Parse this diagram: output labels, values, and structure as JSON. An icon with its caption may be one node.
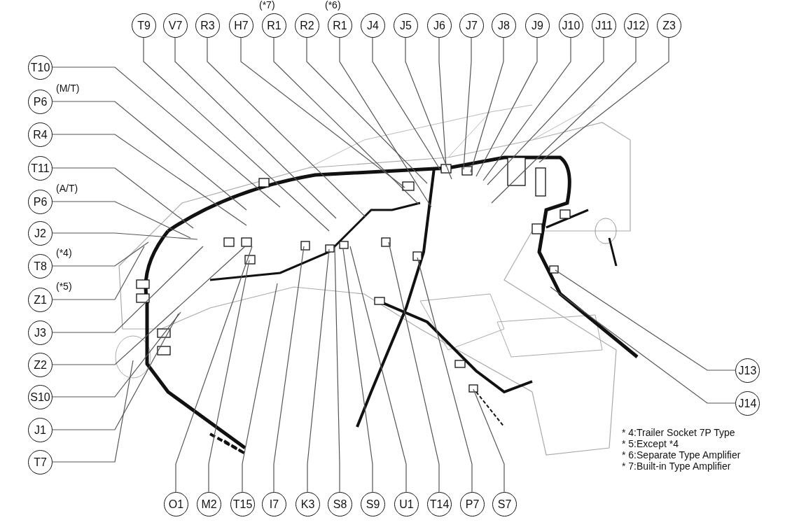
{
  "diagram": {
    "nodes": [
      {
        "text": [
          "T9"
        ]
      },
      {
        "text": [
          "V7"
        ]
      },
      {
        "text": [
          "R3"
        ]
      },
      {
        "text": [
          "H7"
        ]
      },
      {
        "text": [
          "R1"
        ],
        "beside": [
          "(*7)"
        ]
      },
      {
        "text": [
          "R2"
        ]
      },
      {
        "text": [
          "R1"
        ],
        "beside": [
          "(*6)"
        ]
      },
      {
        "text": [
          "J4"
        ]
      },
      {
        "text": [
          "J5"
        ]
      },
      {
        "text": [
          "J6"
        ]
      },
      {
        "text": [
          "J7"
        ]
      },
      {
        "text": [
          "J8"
        ]
      },
      {
        "text": [
          "J9"
        ]
      },
      {
        "text": [
          "J10"
        ]
      },
      {
        "text": [
          "J11"
        ]
      },
      {
        "text": [
          "J12"
        ]
      },
      {
        "text": [
          "Z3"
        ]
      },
      {
        "text": [
          "T10"
        ]
      },
      {
        "text": [
          "P6"
        ],
        "beside": [
          "(M/T)"
        ]
      },
      {
        "text": [
          "R4"
        ]
      },
      {
        "text": [
          "T11"
        ]
      },
      {
        "text": [
          "P6"
        ],
        "beside": [
          "(A/T)"
        ]
      },
      {
        "text": [
          "J2"
        ]
      },
      {
        "text": [
          "T8"
        ],
        "beside": [
          "(*4)"
        ]
      },
      {
        "text": [
          "Z1"
        ],
        "beside": [
          "(*5)"
        ]
      },
      {
        "text": [
          "J3"
        ]
      },
      {
        "text": [
          "Z2"
        ]
      },
      {
        "text": [
          "S10"
        ]
      },
      {
        "text": [
          "J1"
        ]
      },
      {
        "text": [
          "T7"
        ]
      },
      {
        "text": [
          "J13"
        ]
      },
      {
        "text": [
          "J14"
        ]
      },
      {
        "text": [
          "O1"
        ]
      },
      {
        "text": [
          "M2"
        ]
      },
      {
        "text": [
          "T15"
        ]
      },
      {
        "text": [
          "I7"
        ]
      },
      {
        "text": [
          "K3"
        ]
      },
      {
        "text": [
          "S8"
        ]
      },
      {
        "text": [
          "S9"
        ]
      },
      {
        "text": [
          "U1"
        ]
      },
      {
        "text": [
          "T14"
        ]
      },
      {
        "text": [
          "P7"
        ]
      },
      {
        "text": [
          "S7"
        ]
      }
    ],
    "edges": [
      {
        "from": 0,
        "to": null,
        "arrow": "none"
      },
      {
        "from": 1,
        "to": null,
        "arrow": "none"
      },
      {
        "from": 2,
        "to": null,
        "arrow": "none"
      },
      {
        "from": 3,
        "to": null,
        "arrow": "none"
      },
      {
        "from": 4,
        "to": null,
        "arrow": "none"
      },
      {
        "from": 5,
        "to": null,
        "arrow": "none"
      },
      {
        "from": 6,
        "to": null,
        "arrow": "none"
      },
      {
        "from": 7,
        "to": null,
        "arrow": "none"
      },
      {
        "from": 8,
        "to": null,
        "arrow": "none"
      },
      {
        "from": 9,
        "to": null,
        "arrow": "none"
      },
      {
        "from": 10,
        "to": null,
        "arrow": "none"
      },
      {
        "from": 11,
        "to": null,
        "arrow": "none"
      },
      {
        "from": 12,
        "to": null,
        "arrow": "none"
      },
      {
        "from": 13,
        "to": null,
        "arrow": "none"
      },
      {
        "from": 14,
        "to": null,
        "arrow": "none"
      },
      {
        "from": 15,
        "to": null,
        "arrow": "none"
      },
      {
        "from": 16,
        "to": null,
        "arrow": "none"
      },
      {
        "from": 17,
        "to": null,
        "arrow": "none"
      },
      {
        "from": 18,
        "to": null,
        "arrow": "none"
      },
      {
        "from": 19,
        "to": null,
        "arrow": "none"
      },
      {
        "from": 20,
        "to": null,
        "arrow": "none"
      },
      {
        "from": 21,
        "to": null,
        "arrow": "none"
      },
      {
        "from": 22,
        "to": null,
        "arrow": "none"
      },
      {
        "from": 23,
        "to": null,
        "arrow": "none"
      },
      {
        "from": 24,
        "to": null,
        "arrow": "none"
      },
      {
        "from": 25,
        "to": null,
        "arrow": "none"
      },
      {
        "from": 26,
        "to": null,
        "arrow": "none"
      },
      {
        "from": 27,
        "to": null,
        "arrow": "none"
      },
      {
        "from": 28,
        "to": null,
        "arrow": "none"
      },
      {
        "from": 29,
        "to": null,
        "arrow": "none"
      },
      {
        "from": 30,
        "to": null,
        "arrow": "none"
      },
      {
        "from": 31,
        "to": null,
        "arrow": "none"
      },
      {
        "from": 32,
        "to": null,
        "arrow": "none"
      },
      {
        "from": 33,
        "to": null,
        "arrow": "none"
      },
      {
        "from": 34,
        "to": null,
        "arrow": "none"
      },
      {
        "from": 35,
        "to": null,
        "arrow": "none"
      },
      {
        "from": 36,
        "to": null,
        "arrow": "none"
      },
      {
        "from": 37,
        "to": null,
        "arrow": "none"
      },
      {
        "from": 38,
        "to": null,
        "arrow": "none"
      },
      {
        "from": 39,
        "to": null,
        "arrow": "none"
      },
      {
        "from": 40,
        "to": null,
        "arrow": "none"
      },
      {
        "from": 41,
        "to": null,
        "arrow": "none"
      },
      {
        "from": 42,
        "to": null,
        "arrow": "none"
      }
    ],
    "labels": [
      "* 4:Trailer Socket 7P Type",
      "* 5:Except *4",
      "* 6:Separate Type Amplifier",
      "* 7:Built-in Type Amplifier"
    ]
  }
}
